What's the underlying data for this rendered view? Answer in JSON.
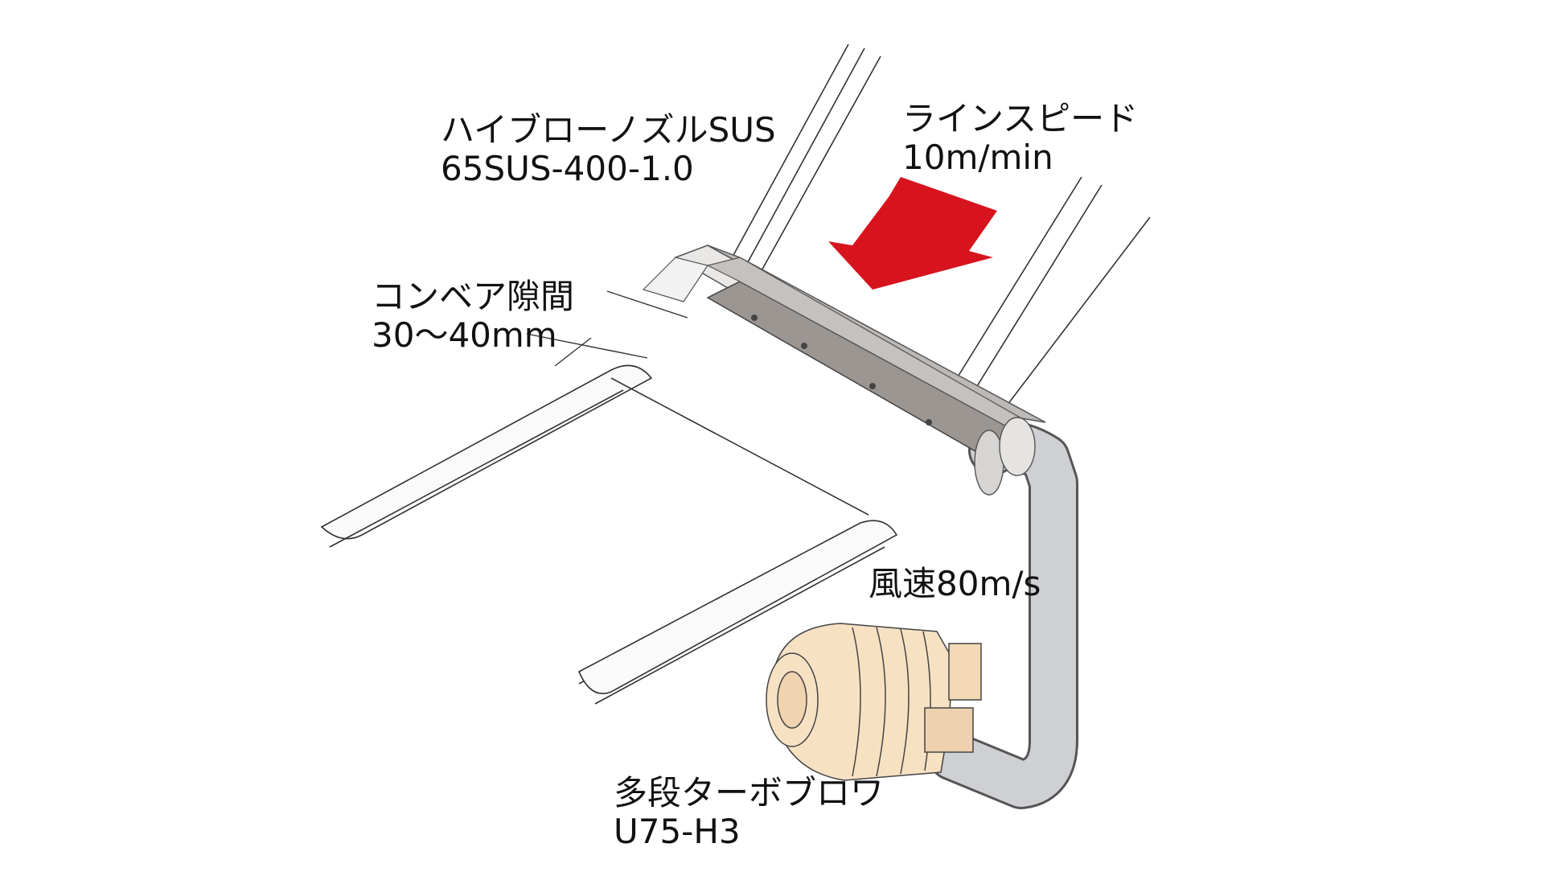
{
  "labels": {
    "nozzle": {
      "name": "ハイブローノズルSUS",
      "model": "65SUS-400-1.0"
    },
    "line_speed": {
      "title": "ラインスピード",
      "value": "10m/min"
    },
    "gap": {
      "title": "コンベア隙間",
      "value": "30～40mm"
    },
    "air_speed": "風速80m/s",
    "blower": {
      "name": "多段ターボブロワ",
      "model": "U75-H3"
    }
  },
  "colors": {
    "arrow": "#d7141e",
    "blower_body": "#f7e1c3",
    "pipe": "#cfd0d3",
    "nozzle_body": "#9c9693",
    "line": "#333333"
  },
  "icons": {
    "direction": "arrow-down-left-icon"
  }
}
